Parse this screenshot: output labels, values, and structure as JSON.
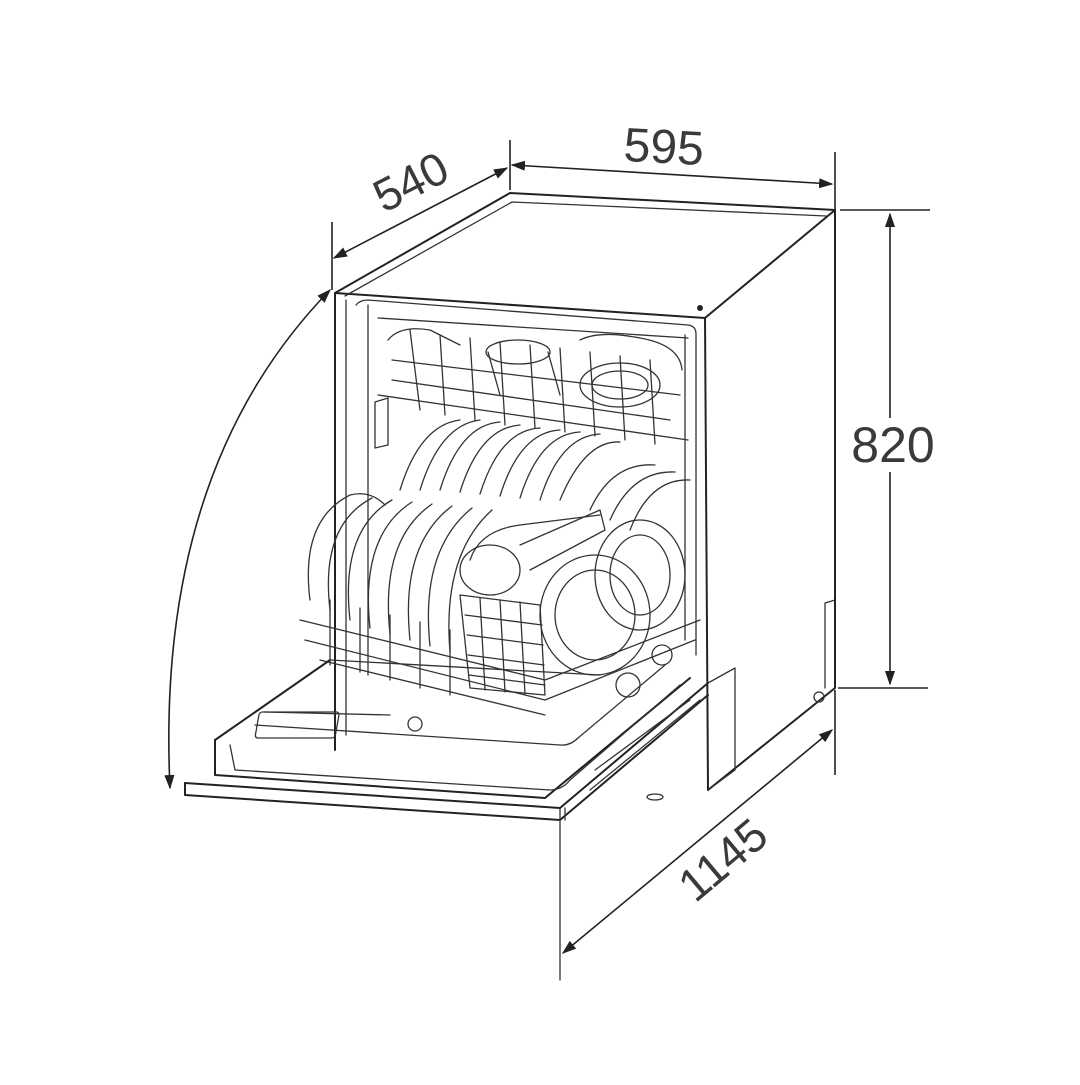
{
  "diagram": {
    "dimensions": {
      "depth": "540",
      "width": "595",
      "height": "820",
      "door_open_depth": "1145"
    }
  }
}
